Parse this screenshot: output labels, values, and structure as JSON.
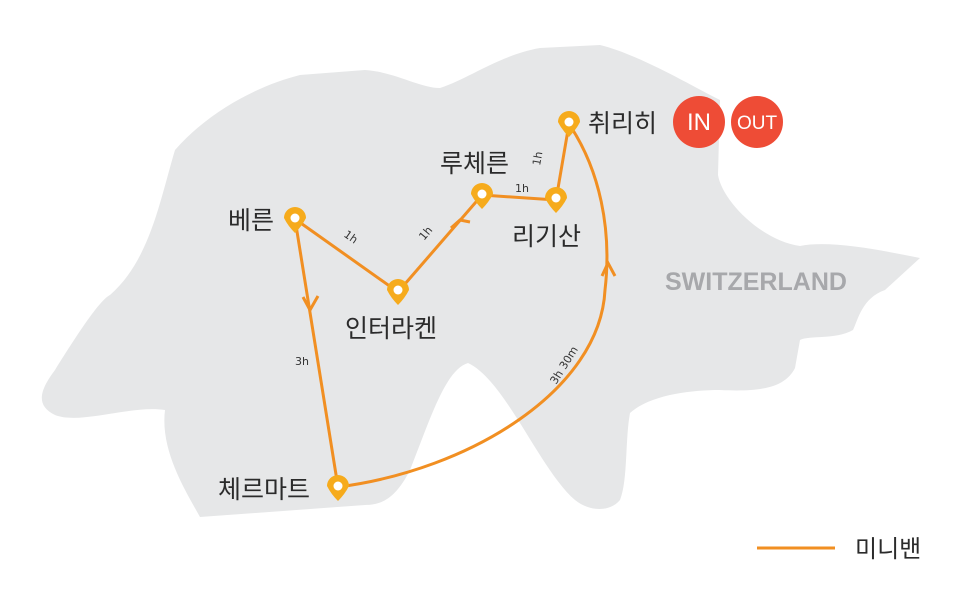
{
  "map": {
    "country_label": "SWITZERLAND",
    "colors": {
      "land": "#e6e7e8",
      "route": "#f18f22",
      "marker": "#f6ab1c",
      "badge": "#ee4c36"
    },
    "cities": [
      {
        "id": "zurich",
        "name": "취리히"
      },
      {
        "id": "rigi",
        "name": "리기산"
      },
      {
        "id": "lucerne",
        "name": "루체른"
      },
      {
        "id": "interlaken",
        "name": "인터라켄"
      },
      {
        "id": "bern",
        "name": "베른"
      },
      {
        "id": "zermatt",
        "name": "체르마트"
      }
    ],
    "badges": {
      "in": "IN",
      "out": "OUT"
    },
    "durations": {
      "zurich_rigi": "1h",
      "rigi_lucerne": "1h",
      "lucerne_interlaken": "1h",
      "bern_interlaken": "1h",
      "bern_zermatt": "3h",
      "zermatt_zurich": "3h 30m"
    }
  },
  "legend": {
    "label": "미니밴"
  }
}
